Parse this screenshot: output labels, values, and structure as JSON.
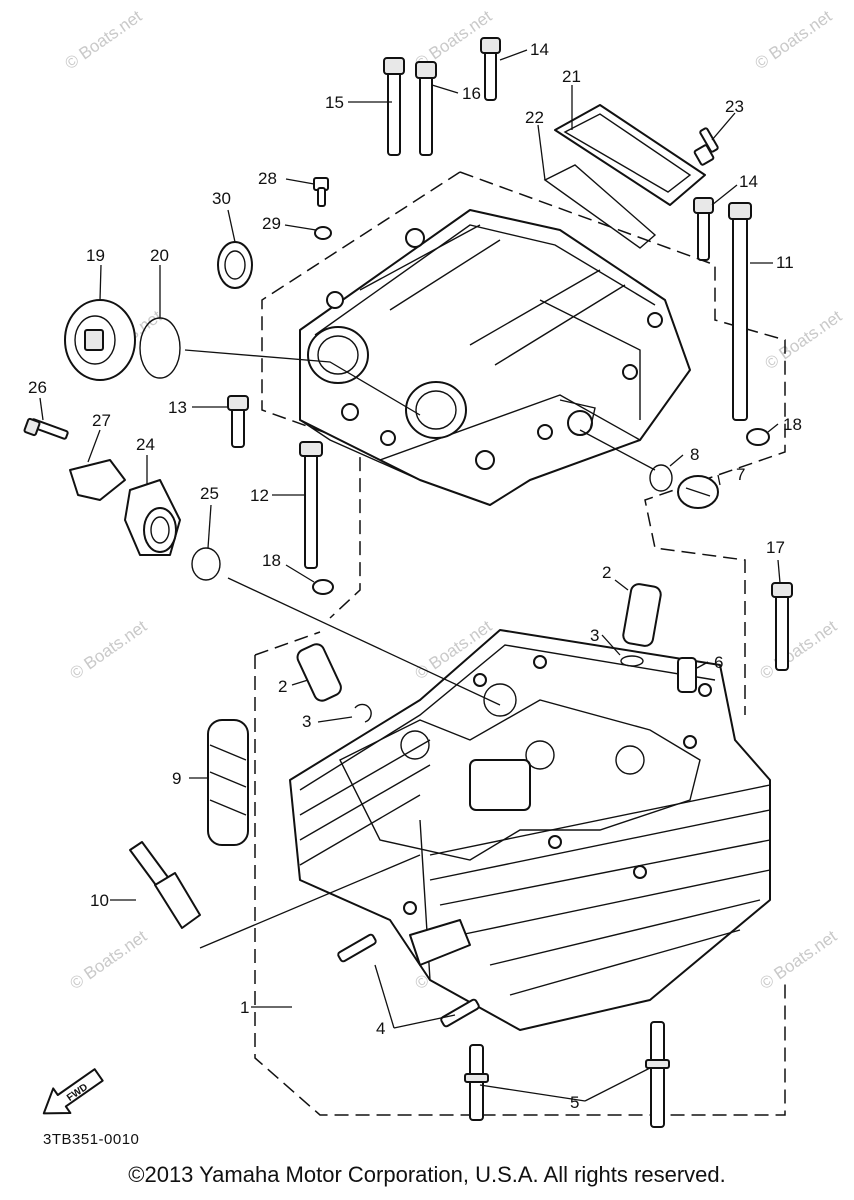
{
  "diagram_code": "3TB351-0010",
  "copyright": "©2013 Yamaha Motor Corporation, U.S.A. All rights reserved.",
  "watermark": "© Boats.net",
  "fwd_label": "FWD",
  "callouts": {
    "c1": "1",
    "c2a": "2",
    "c2b": "2",
    "c3a": "3",
    "c3b": "3",
    "c4": "4",
    "c5": "5",
    "c6": "6",
    "c7": "7",
    "c8": "8",
    "c9": "9",
    "c10": "10",
    "c11": "11",
    "c12": "12",
    "c13": "13",
    "c14a": "14",
    "c14b": "14",
    "c15": "15",
    "c16": "16",
    "c17": "17",
    "c18a": "18",
    "c18b": "18",
    "c19": "19",
    "c20": "20",
    "c21": "21",
    "c22": "22",
    "c23": "23",
    "c24": "24",
    "c25": "25",
    "c26": "26",
    "c27": "27",
    "c28": "28",
    "c29": "29",
    "c30": "30"
  }
}
